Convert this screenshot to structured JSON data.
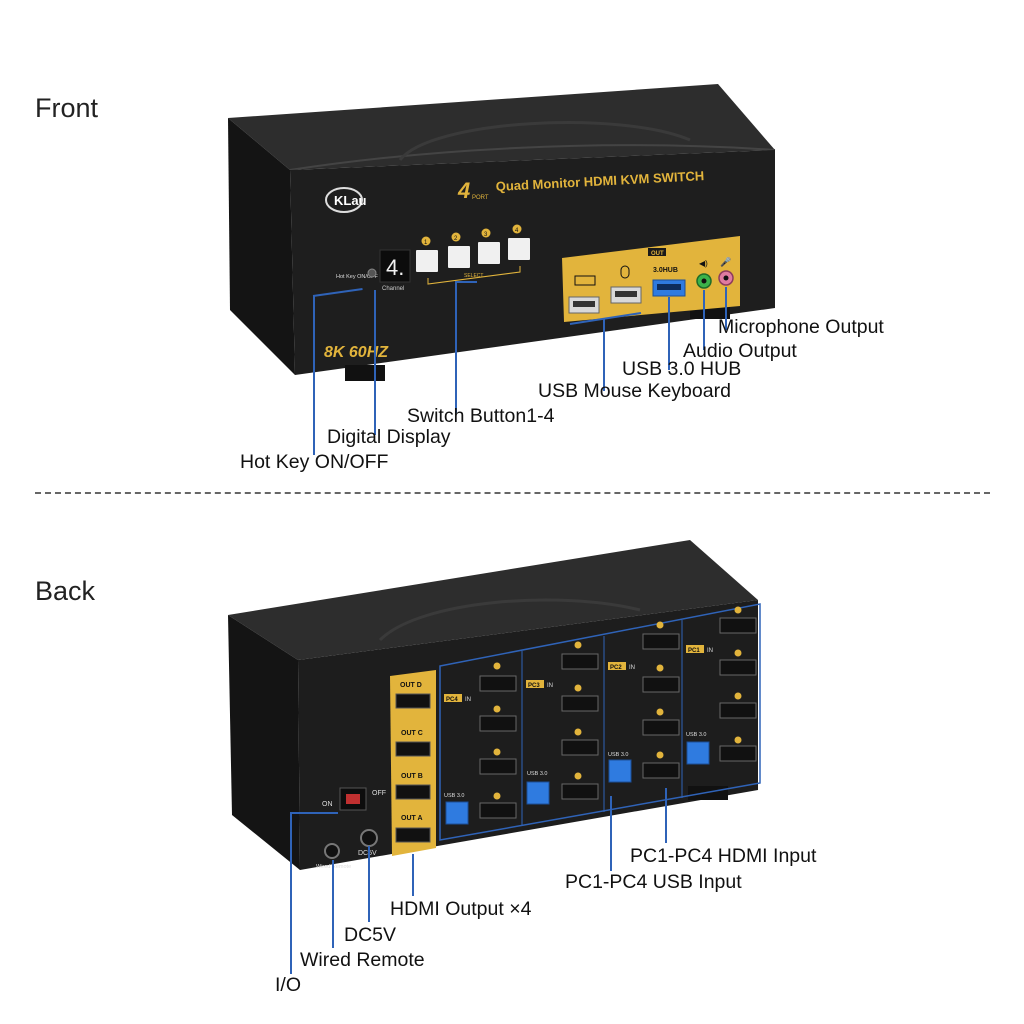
{
  "front": {
    "title": "Front",
    "brand": "KLau",
    "product_label": "Quad Monitor HDMI KVM SWITCH",
    "port_count": "4",
    "port_word": "PORT",
    "resolution_badge": "8K 60HZ",
    "display_digit": "4.",
    "channel_label": "Channel",
    "hotkey_label": "Hot Key ON/OFF",
    "select_label": "SELECT",
    "button_numbers": [
      "1",
      "2",
      "3",
      "4"
    ],
    "out_label": "OUT",
    "usb_hub_label": "3.0HUB",
    "callouts": {
      "microphone_output": "Microphone Output",
      "audio_output": "Audio Output",
      "usb_hub": "USB 3.0 HUB",
      "usb_mouse_keyboard": "USB Mouse Keyboard",
      "switch_buttons": "Switch Button1-4",
      "digital_display": "Digital Display",
      "hot_key": "Hot Key ON/OFF"
    }
  },
  "back": {
    "title": "Back",
    "power_on": "ON",
    "power_off": "OFF",
    "wired_remote_label": "Wired Remote",
    "dc_label": "DC5V",
    "out_labels": [
      "OUT D",
      "OUT C",
      "OUT B",
      "OUT A"
    ],
    "pc_groups": [
      "PC4",
      "PC3",
      "PC2",
      "PC1"
    ],
    "in_label": "IN",
    "usb_label": "USB 3.0",
    "port_letters": [
      "D",
      "C",
      "B",
      "A"
    ],
    "callouts": {
      "hdmi_input": "PC1-PC4 HDMI Input",
      "usb_input": "PC1-PC4 USB Input",
      "hdmi_output": "HDMI Output ×4",
      "dc5v": "DC5V",
      "wired_remote": "Wired Remote",
      "io": "I/O"
    }
  },
  "colors": {
    "accent_gold": "#e2b43c",
    "leader_blue": "#2f63b8",
    "usb_blue": "#2f7be0",
    "device_black": "#1a1a1a"
  }
}
